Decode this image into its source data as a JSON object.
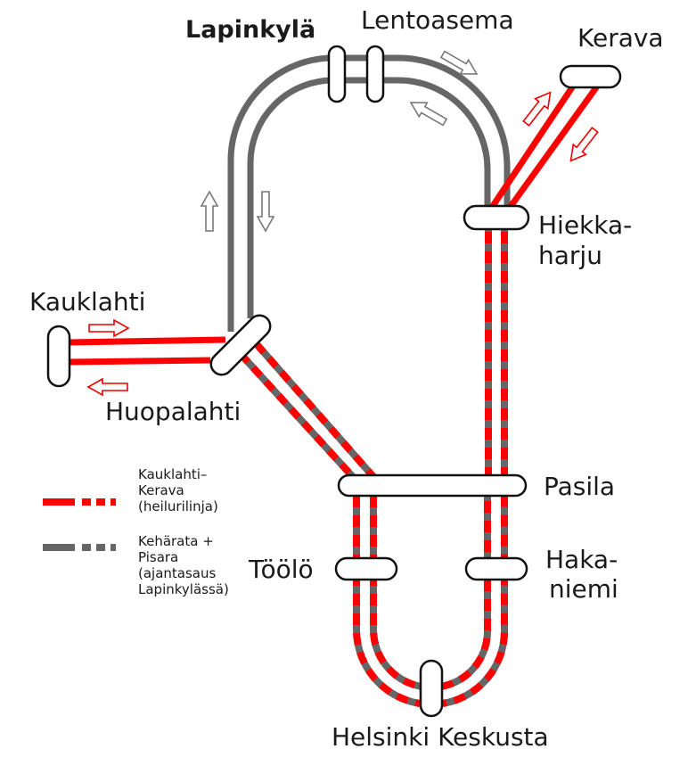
{
  "stations": {
    "lapinkyla": "Lapinkylä",
    "lentoasema": "Lentoasema",
    "kerava": "Kerava",
    "hiekkaharju_1": "Hiekka-",
    "hiekkaharju_2": "harju",
    "kauklahti": "Kauklahti",
    "huopalahti": "Huopalahti",
    "pasila": "Pasila",
    "toolo": "Töölö",
    "hakaniemi_1": "Haka-",
    "hakaniemi_2": "niemi",
    "helsinki_keskusta": "Helsinki Keskusta"
  },
  "legend": {
    "red": {
      "lines": [
        "Kauklahti–",
        "Kerava",
        "(heilurilinja)"
      ],
      "color": "#ff0000"
    },
    "gray": {
      "lines": [
        "Kehärata +",
        "Pisara",
        "(ajantasaus",
        "Lapinkylässä)"
      ],
      "color": "#666666"
    }
  },
  "colors": {
    "red_line": "#ff0000",
    "gray_line": "#666666",
    "gray_arrow": "#777777",
    "red_arrow": "#ee0000",
    "station_fill": "#ffffff",
    "station_stroke": "#111111"
  }
}
